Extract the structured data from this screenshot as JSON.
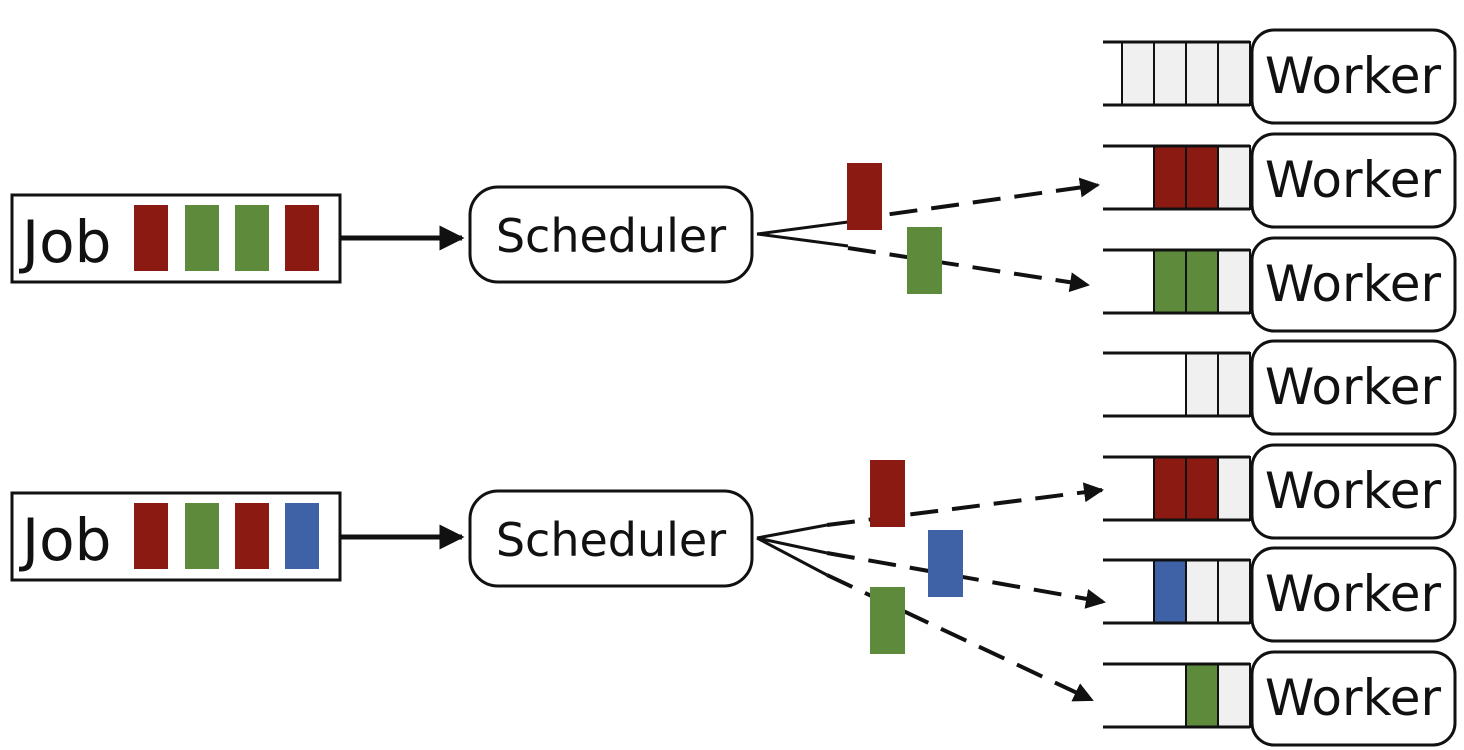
{
  "colors": {
    "red": "#8B1A12",
    "green": "#5E8A3C",
    "blue": "#3F61A6",
    "slot_empty": "#F0F0F0",
    "stroke": "#111111"
  },
  "jobs": [
    {
      "label": "Job",
      "tasks": [
        "red",
        "green",
        "green",
        "red"
      ],
      "scheduler_label": "Scheduler",
      "dispatched": [
        "red",
        "green"
      ]
    },
    {
      "label": "Job",
      "tasks": [
        "red",
        "green",
        "red",
        "blue"
      ],
      "scheduler_label": "Scheduler",
      "dispatched": [
        "red",
        "blue",
        "green"
      ]
    }
  ],
  "workers": [
    {
      "label": "Worker",
      "queue": [
        "empty",
        "empty",
        "empty",
        "empty"
      ]
    },
    {
      "label": "Worker",
      "queue": [
        "red",
        "red",
        "empty"
      ]
    },
    {
      "label": "Worker",
      "queue": [
        "green",
        "green",
        "empty"
      ]
    },
    {
      "label": "Worker",
      "queue": [
        "empty",
        "empty"
      ]
    },
    {
      "label": "Worker",
      "queue": [
        "red",
        "red",
        "empty"
      ]
    },
    {
      "label": "Worker",
      "queue": [
        "blue",
        "empty",
        "empty"
      ]
    },
    {
      "label": "Worker",
      "queue": [
        "green",
        "empty"
      ]
    }
  ]
}
